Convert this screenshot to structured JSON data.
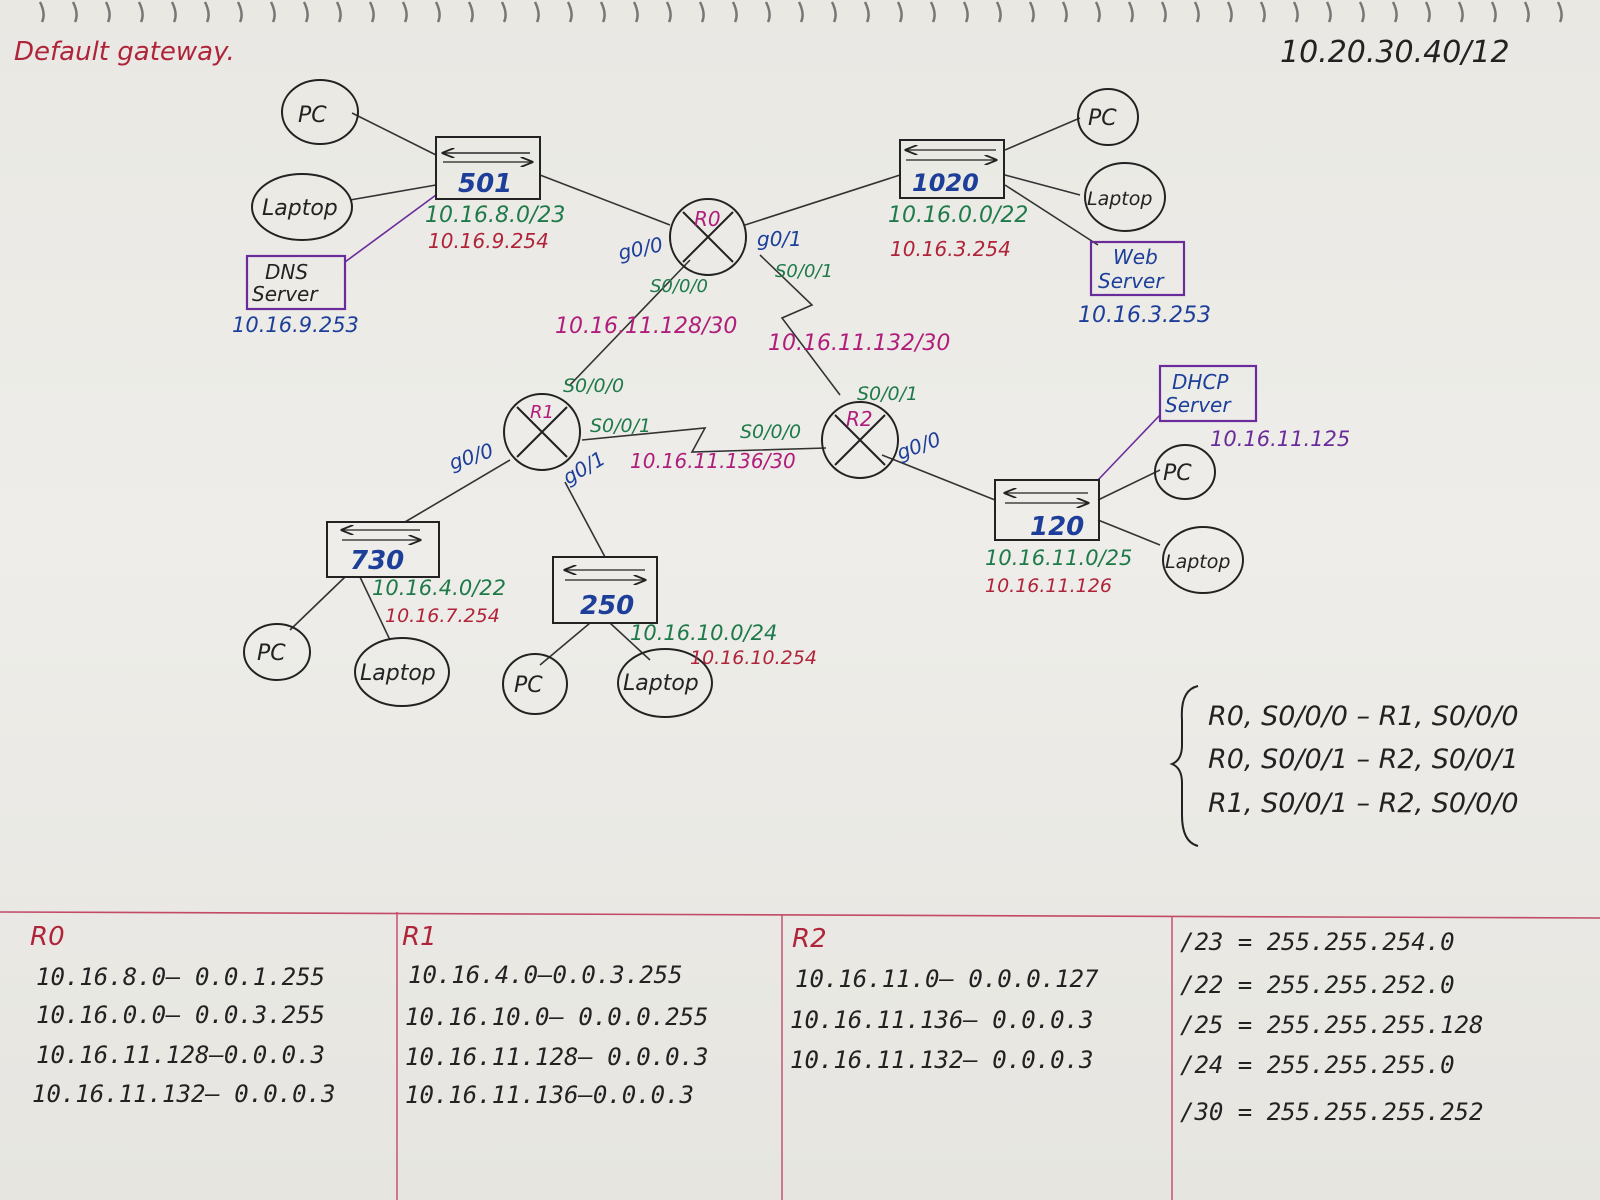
{
  "header": {
    "left_note": "Default gateway.",
    "right_note": "10.20.30.40/12"
  },
  "colors": {
    "ink": "#222222",
    "green": "#1f7a4a",
    "red": "#b0243a",
    "blue": "#1d3f9a",
    "purple": "#6a2c9a",
    "magenta": "#b01d7a",
    "table_line": "#c24a66"
  },
  "devices": {
    "pc": "PC",
    "laptop": "Laptop",
    "dns_server": [
      "DNS",
      "Server"
    ],
    "web_server": [
      "Web",
      "Server"
    ],
    "dhcp_server": [
      "DHCP",
      "Server"
    ]
  },
  "routers": {
    "r0": "R0",
    "r1": "R1",
    "r2": "R2"
  },
  "switches": {
    "s501": "501",
    "s1020": "1020",
    "s730": "730",
    "s250": "250",
    "s120": "120"
  },
  "networks": {
    "s501": {
      "net": "10.16.8.0/23",
      "gw": "10.16.9.254"
    },
    "s1020": {
      "net": "10.16.0.0/22",
      "gw": "10.16.3.254"
    },
    "s730": {
      "net": "10.16.4.0/22",
      "gw": "10.16.7.254"
    },
    "s250": {
      "net": "10.16.10.0/24",
      "gw": "10.16.10.254"
    },
    "s120": {
      "net": "10.16.11.0/25",
      "gw": "10.16.11.126"
    }
  },
  "servers_ip": {
    "dns": "10.16.9.253",
    "web": "10.16.3.253",
    "dhcp": "10.16.11.125"
  },
  "links": {
    "r0_r1": "10.16.11.128/30",
    "r0_r2": "10.16.11.132/30",
    "r1_r2": "10.16.11.136/30"
  },
  "interfaces": {
    "r0_g00": "g0/0",
    "r0_g01": "g0/1",
    "r0_s000": "S0/0/0",
    "r0_s001": "S0/0/1",
    "r1_s000": "S0/0/0",
    "r1_s001": "S0/0/1",
    "r1_g00": "g0/0",
    "r1_g01": "g0/1",
    "r2_s000": "S0/0/0",
    "r2_s001": "S0/0/1",
    "r2_g00": "g0/0"
  },
  "serial_map": [
    "R0, S0/0/0 – R1, S0/0/0",
    "R0, S0/0/1 – R2, S0/0/1",
    "R1, S0/0/1 – R2, S0/0/0"
  ],
  "tables": [
    {
      "title": "R0",
      "rows": [
        "10.16.8.0– 0.0.1.255",
        "10.16.0.0– 0.0.3.255",
        "10.16.11.128–0.0.0.3",
        "10.16.11.132– 0.0.0.3"
      ]
    },
    {
      "title": "R1",
      "rows": [
        "10.16.4.0–0.0.3.255",
        "10.16.10.0– 0.0.0.255",
        "10.16.11.128– 0.0.0.3",
        "10.16.11.136–0.0.0.3"
      ]
    },
    {
      "title": "R2",
      "rows": [
        "10.16.11.0– 0.0.0.127",
        "10.16.11.136– 0.0.0.3",
        "10.16.11.132– 0.0.0.3"
      ]
    },
    {
      "title": "",
      "rows": [
        "/23 = 255.255.254.0",
        "/22 = 255.255.252.0",
        "/25 = 255.255.255.128",
        "/24 = 255.255.255.0",
        "/30 = 255.255.255.252"
      ]
    }
  ]
}
